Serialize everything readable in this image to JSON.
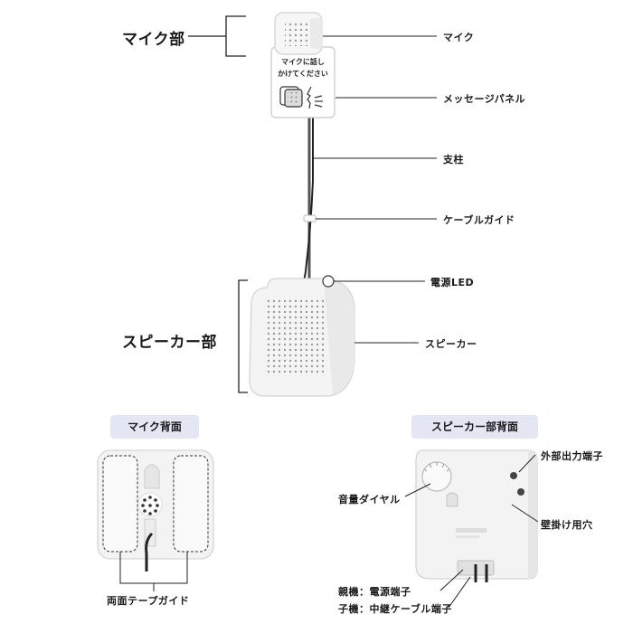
{
  "groups": {
    "mic": "マイク部",
    "speaker": "スピーカー部"
  },
  "callouts": {
    "mic": "マイク",
    "message_panel": "メッセージパネル",
    "pole": "支柱",
    "cable_guide": "ケーブルガイド",
    "power_led": "電源LED",
    "speaker": "スピーカー"
  },
  "panel": {
    "line1": "マイクに話し",
    "line2": "かけてください"
  },
  "sections": {
    "mic_back": "マイク背面",
    "speaker_back": "スピーカー部背面"
  },
  "mic_back": {
    "tape_guide": "両面テープガイド"
  },
  "speaker_back": {
    "volume_dial": "音量ダイヤル",
    "ext_output": "外部出力端子",
    "wall_hole": "壁掛け用穴",
    "parent_power": "親機：電源端子",
    "child_relay": "子機：中継ケーブル端子"
  }
}
